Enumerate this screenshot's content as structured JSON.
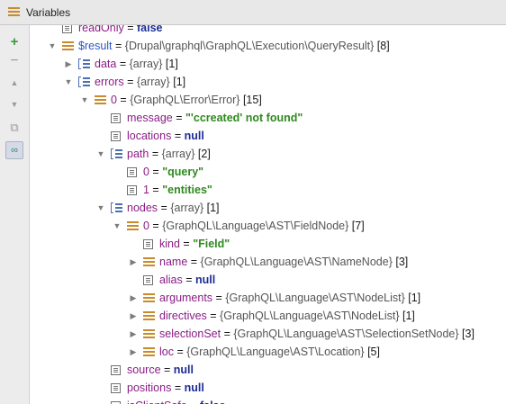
{
  "window": {
    "title": "Variables"
  },
  "toolbar": {
    "icons": [
      "add-watch-icon",
      "remove-watch-icon",
      "move-up-icon",
      "move-down-icon",
      "copy-icon",
      "show-variables-icon"
    ]
  },
  "rows": [
    {
      "indent": 0,
      "arrow": "",
      "icon": "field",
      "name": "readOnly",
      "eq": " = ",
      "type": "",
      "value": "false",
      "vclass": "kw",
      "count": "",
      "partial": true
    },
    {
      "indent": 0,
      "arrow": "down",
      "icon": "obj",
      "name": "$result",
      "nameClass": "res",
      "eq": " = ",
      "type": "{Drupal\\graphql\\GraphQL\\Execution\\QueryResult}",
      "value": "",
      "count": " [8]"
    },
    {
      "indent": 1,
      "arrow": "right",
      "icon": "arr",
      "name": "data",
      "eq": " = ",
      "type": "{array}",
      "value": "",
      "count": " [1]"
    },
    {
      "indent": 1,
      "arrow": "down",
      "icon": "arr",
      "name": "errors",
      "eq": " = ",
      "type": "{array}",
      "value": "",
      "count": " [1]"
    },
    {
      "indent": 2,
      "arrow": "down",
      "icon": "obj",
      "name": "0",
      "eq": " = ",
      "type": "{GraphQL\\Error\\Error}",
      "value": "",
      "count": " [15]"
    },
    {
      "indent": 3,
      "arrow": "",
      "icon": "field",
      "name": "message",
      "eq": " = ",
      "type": "",
      "value": "\"'ccreated' not found\"",
      "vclass": "str",
      "count": ""
    },
    {
      "indent": 3,
      "arrow": "",
      "icon": "field",
      "name": "locations",
      "eq": " = ",
      "type": "",
      "value": "null",
      "vclass": "kw",
      "count": ""
    },
    {
      "indent": 3,
      "arrow": "down",
      "icon": "arr",
      "name": "path",
      "eq": " = ",
      "type": "{array}",
      "value": "",
      "count": " [2]"
    },
    {
      "indent": 4,
      "arrow": "",
      "icon": "field",
      "name": "0",
      "eq": " = ",
      "type": "",
      "value": "\"query\"",
      "vclass": "str",
      "count": ""
    },
    {
      "indent": 4,
      "arrow": "",
      "icon": "field",
      "name": "1",
      "eq": " = ",
      "type": "",
      "value": "\"entities\"",
      "vclass": "str",
      "count": ""
    },
    {
      "indent": 3,
      "arrow": "down",
      "icon": "arr",
      "name": "nodes",
      "eq": " = ",
      "type": "{array}",
      "value": "",
      "count": " [1]"
    },
    {
      "indent": 4,
      "arrow": "down",
      "icon": "obj",
      "name": "0",
      "eq": " = ",
      "type": "{GraphQL\\Language\\AST\\FieldNode}",
      "value": "",
      "count": " [7]"
    },
    {
      "indent": 5,
      "arrow": "",
      "icon": "field",
      "name": "kind",
      "eq": " = ",
      "type": "",
      "value": "\"Field\"",
      "vclass": "str",
      "count": ""
    },
    {
      "indent": 5,
      "arrow": "right",
      "icon": "obj",
      "name": "name",
      "eq": " = ",
      "type": "{GraphQL\\Language\\AST\\NameNode}",
      "value": "",
      "count": " [3]"
    },
    {
      "indent": 5,
      "arrow": "",
      "icon": "field",
      "name": "alias",
      "eq": " = ",
      "type": "",
      "value": "null",
      "vclass": "kw",
      "count": ""
    },
    {
      "indent": 5,
      "arrow": "right",
      "icon": "obj",
      "name": "arguments",
      "eq": " = ",
      "type": "{GraphQL\\Language\\AST\\NodeList}",
      "value": "",
      "count": " [1]"
    },
    {
      "indent": 5,
      "arrow": "right",
      "icon": "obj",
      "name": "directives",
      "eq": " = ",
      "type": "{GraphQL\\Language\\AST\\NodeList}",
      "value": "",
      "count": " [1]"
    },
    {
      "indent": 5,
      "arrow": "right",
      "icon": "obj",
      "name": "selectionSet",
      "eq": " = ",
      "type": "{GraphQL\\Language\\AST\\SelectionSetNode}",
      "value": "",
      "count": " [3]"
    },
    {
      "indent": 5,
      "arrow": "right",
      "icon": "obj",
      "name": "loc",
      "eq": " = ",
      "type": "{GraphQL\\Language\\AST\\Location}",
      "value": "",
      "count": " [5]"
    },
    {
      "indent": 3,
      "arrow": "",
      "icon": "field",
      "name": "source",
      "eq": " = ",
      "type": "",
      "value": "null",
      "vclass": "kw",
      "count": ""
    },
    {
      "indent": 3,
      "arrow": "",
      "icon": "field",
      "name": "positions",
      "eq": " = ",
      "type": "",
      "value": "null",
      "vclass": "kw",
      "count": ""
    },
    {
      "indent": 3,
      "arrow": "",
      "icon": "field",
      "name": "isClientSafe",
      "eq": " = ",
      "type": "",
      "value": "false",
      "vclass": "kw",
      "count": "",
      "partial": true
    }
  ]
}
